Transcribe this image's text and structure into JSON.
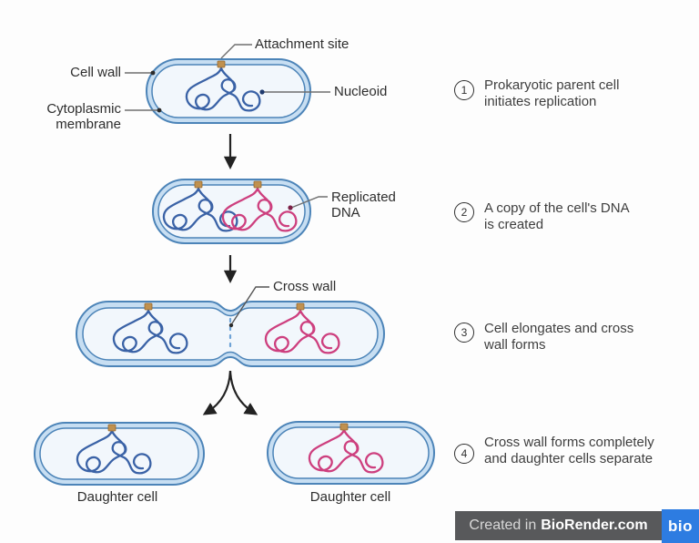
{
  "diagram_labels": {
    "attachment_site": "Attachment site",
    "cell_wall": "Cell wall",
    "cytoplasmic_membrane": "Cytoplasmic membrane",
    "nucleoid": "Nucleoid",
    "replicated_dna": "Replicated DNA",
    "cross_wall": "Cross wall",
    "daughter_cell_left": "Daughter cell",
    "daughter_cell_right": "Daughter cell"
  },
  "steps": [
    {
      "number": "1",
      "text": "Prokaryotic parent cell initiates replication"
    },
    {
      "number": "2",
      "text": "A copy of the cell's DNA is created"
    },
    {
      "number": "3",
      "text": "Cell elongates and cross wall forms"
    },
    {
      "number": "4",
      "text": "Cross wall forms completely and daughter cells separate"
    }
  ],
  "watermark": {
    "prefix": "Created in",
    "brand": "BioRender.com",
    "logo": "bio"
  },
  "colors": {
    "cell_outline": "#4c84b8",
    "cell_wall_fill": "#c7def2",
    "cytoplasm_fill": "#f2f7fc",
    "nucleoid_blue": "#3a62a6",
    "nucleoid_pink": "#cd3f7e",
    "attachment_site": "#c0914f",
    "arrow": "#222222",
    "leader_line": "#6e6e6e",
    "watermark_bar": "#58595b",
    "watermark_blue": "#2d7ce1"
  }
}
